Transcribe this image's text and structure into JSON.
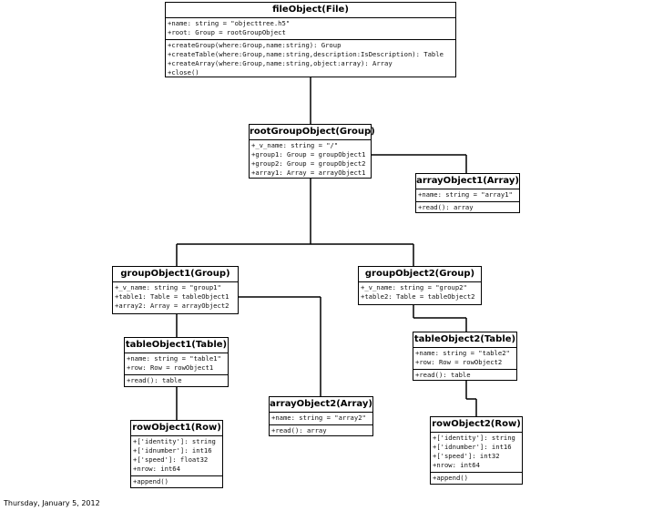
{
  "classes": {
    "fileObject": {
      "title": "fileObject(File)",
      "attrs": [
        "+name: string = \"objecttree.h5\"",
        "+root: Group = rootGroupObject"
      ],
      "methods": [
        "+createGroup(where:Group,name:string): Group",
        "+createTable(where:Group,name:string,description:IsDescription): Table",
        "+createArray(where:Group,name:string,object:array): Array",
        "+close()"
      ]
    },
    "rootGroupObject": {
      "title": "rootGroupObject(Group)",
      "attrs": [
        "+_v_name: string = \"/\"",
        "+group1: Group = groupObject1",
        "+group2: Group = groupObject2",
        "+array1: Array = arrayObject1"
      ]
    },
    "arrayObject1": {
      "title": "arrayObject1(Array)",
      "attrs": [
        "+name: string = \"array1\""
      ],
      "methods": [
        "+read(): array"
      ]
    },
    "groupObject1": {
      "title": "groupObject1(Group)",
      "attrs": [
        "+_v_name: string = \"group1\"",
        "+table1: Table = tableObject1",
        "+array2: Array = arrayObject2"
      ]
    },
    "groupObject2": {
      "title": "groupObject2(Group)",
      "attrs": [
        "+_v_name: string = \"group2\"",
        "+table2: Table = tableObject2"
      ]
    },
    "tableObject1": {
      "title": "tableObject1(Table)",
      "attrs": [
        "+name: string = \"table1\"",
        "+row: Row = rowObject1"
      ],
      "methods": [
        "+read(): table"
      ]
    },
    "tableObject2": {
      "title": "tableObject2(Table)",
      "attrs": [
        "+name: string = \"table2\"",
        "+row: Row = rowObject2"
      ],
      "methods": [
        "+read(): table"
      ]
    },
    "arrayObject2": {
      "title": "arrayObject2(Array)",
      "attrs": [
        "+name: string = \"array2\""
      ],
      "methods": [
        "+read(): array"
      ]
    },
    "rowObject1": {
      "title": "rowObject1(Row)",
      "attrs": [
        "+['identity']: string",
        "+['idnumber']: int16",
        "+['speed']: float32",
        "+nrow: int64"
      ],
      "methods": [
        "+append()"
      ]
    },
    "rowObject2": {
      "title": "rowObject2(Row)",
      "attrs": [
        "+['identity']: string",
        "+['idnumber']: int16",
        "+['speed']: int32",
        "+nrow: int64"
      ],
      "methods": [
        "+append()"
      ]
    }
  },
  "footer": "Thursday, January 5, 2012"
}
